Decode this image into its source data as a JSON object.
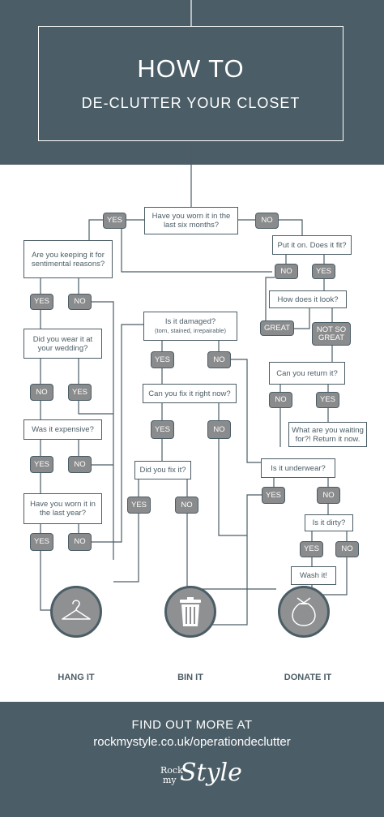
{
  "header": {
    "title": "HOW TO",
    "subtitle": "DE-CLUTTER YOUR CLOSET"
  },
  "questions": {
    "worn_six_months": "Have you worn it in the last six months?",
    "put_it_on": "Put it on. Does it fit?",
    "sentimental": "Are you keeping it for sentimental reasons?",
    "how_look": "How does it look?",
    "damaged": "Is it damaged?",
    "damaged_note": "(torn, stained, irrepairable)",
    "wedding": "Did you wear it at your wedding?",
    "return": "Can you return it?",
    "fix_now": "Can you fix it right now?",
    "waiting": "What are you waiting for?! Return it now.",
    "expensive": "Was it expensive?",
    "underwear": "Is it underwear?",
    "did_fix": "Did you fix it?",
    "last_year": "Have you worn it in the last year?",
    "dirty": "Is it dirty?",
    "wash": "Wash it!"
  },
  "answers": {
    "yes": "YES",
    "no": "NO",
    "great": "GREAT",
    "not_so_great": "NOT SO GREAT"
  },
  "outcomes": {
    "hang": "HANG IT",
    "bin": "BIN IT",
    "donate": "DONATE IT"
  },
  "footer": {
    "line1": "FIND OUT MORE AT",
    "line2": "rockmystyle.co.uk/operationdeclutter"
  },
  "logo": {
    "rock": "Rock",
    "my": "my",
    "style": "Style"
  },
  "colors": {
    "dark_slate": "#4b5d66",
    "pill_grey": "#8a8b8c",
    "white": "#ffffff"
  }
}
